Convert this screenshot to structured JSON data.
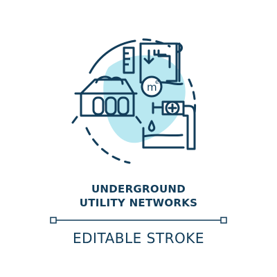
{
  "title_line1": "UNDERGROUND",
  "title_line2": "UTILITY NETWORKS",
  "footer_label": "EDITABLE STROKE",
  "meter_label": "m",
  "meter_superscript": "e",
  "icon_name": "underground-utility-networks-icon",
  "colors": {
    "stroke": "#123d5a",
    "accent": "#7fd6e6"
  }
}
